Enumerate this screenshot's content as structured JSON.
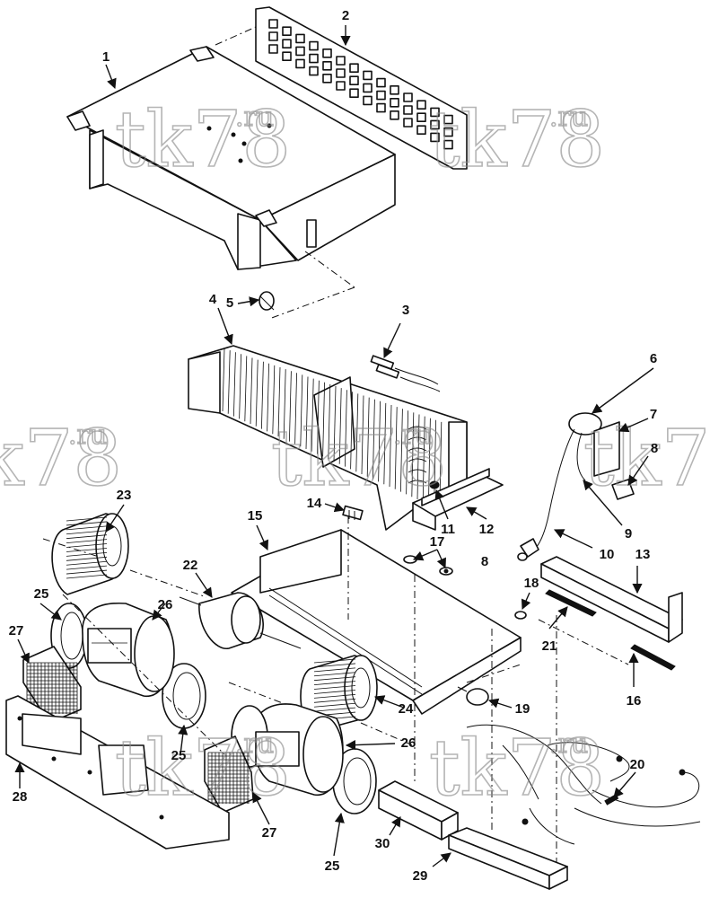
{
  "callouts": [
    {
      "id": "c1",
      "label": "1"
    },
    {
      "id": "c2",
      "label": "2"
    },
    {
      "id": "c3",
      "label": "3"
    },
    {
      "id": "c4",
      "label": "4"
    },
    {
      "id": "c5",
      "label": "5"
    },
    {
      "id": "c6",
      "label": "6"
    },
    {
      "id": "c7",
      "label": "7"
    },
    {
      "id": "c8a",
      "label": "8"
    },
    {
      "id": "c8b",
      "label": "8"
    },
    {
      "id": "c9",
      "label": "9"
    },
    {
      "id": "c10",
      "label": "10"
    },
    {
      "id": "c11",
      "label": "11"
    },
    {
      "id": "c12",
      "label": "12"
    },
    {
      "id": "c13",
      "label": "13"
    },
    {
      "id": "c14",
      "label": "14"
    },
    {
      "id": "c15",
      "label": "15"
    },
    {
      "id": "c16",
      "label": "16"
    },
    {
      "id": "c17",
      "label": "17"
    },
    {
      "id": "c18",
      "label": "18"
    },
    {
      "id": "c19",
      "label": "19"
    },
    {
      "id": "c20",
      "label": "20"
    },
    {
      "id": "c21",
      "label": "21"
    },
    {
      "id": "c22",
      "label": "22"
    },
    {
      "id": "c23",
      "label": "23"
    },
    {
      "id": "c24",
      "label": "24"
    },
    {
      "id": "c25a",
      "label": "25"
    },
    {
      "id": "c25b",
      "label": "25"
    },
    {
      "id": "c25c",
      "label": "25"
    },
    {
      "id": "c26a",
      "label": "26"
    },
    {
      "id": "c26b",
      "label": "26"
    },
    {
      "id": "c27a",
      "label": "27"
    },
    {
      "id": "c27b",
      "label": "27"
    },
    {
      "id": "c28",
      "label": "28"
    },
    {
      "id": "c29",
      "label": "29"
    },
    {
      "id": "c30",
      "label": "30"
    }
  ],
  "watermark": {
    "main": "tk78",
    "suffix": ".ru"
  },
  "colors": {
    "ink": "#111111",
    "paper": "#ffffff",
    "watermark": "#8a8a8a"
  }
}
